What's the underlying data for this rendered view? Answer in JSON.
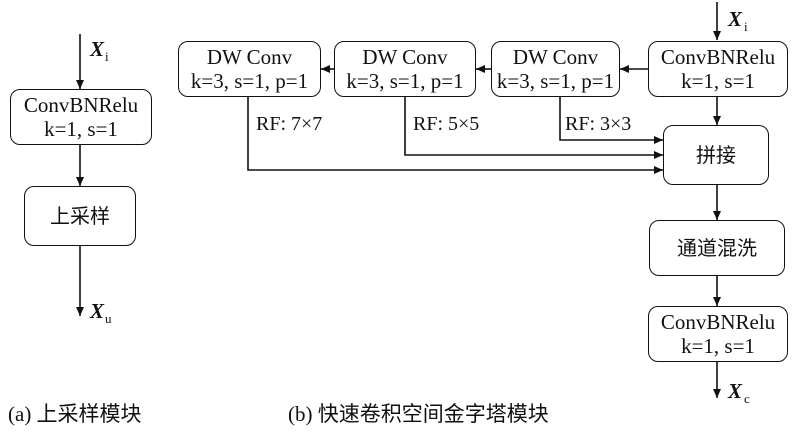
{
  "panel_a": {
    "input": {
      "var": "X",
      "sub": "i"
    },
    "convbnrelu": {
      "title": "ConvBNRelu",
      "params": "k=1, s=1"
    },
    "upsample": {
      "label": "上采样"
    },
    "output": {
      "var": "X",
      "sub": "u"
    },
    "caption": "(a) 上采样模块"
  },
  "panel_b": {
    "input": {
      "var": "X",
      "sub": "i"
    },
    "convbnrelu_top": {
      "title": "ConvBNRelu",
      "params": "k=1, s=1"
    },
    "dwconv": [
      {
        "title": "DW Conv",
        "params": "k=3, s=1, p=1"
      },
      {
        "title": "DW Conv",
        "params": "k=3, s=1, p=1"
      },
      {
        "title": "DW Conv",
        "params": "k=3, s=1, p=1"
      }
    ],
    "rf_labels": [
      "RF: 3×3",
      "RF: 5×5",
      "RF: 7×7"
    ],
    "concat": {
      "label": "拼接"
    },
    "shuffle": {
      "label": "通道混洗"
    },
    "convbnrelu_bottom": {
      "title": "ConvBNRelu",
      "params": "k=1, s=1"
    },
    "output": {
      "var": "X",
      "sub": "c"
    },
    "caption": "(b) 快速卷积空间金字塔模块"
  }
}
